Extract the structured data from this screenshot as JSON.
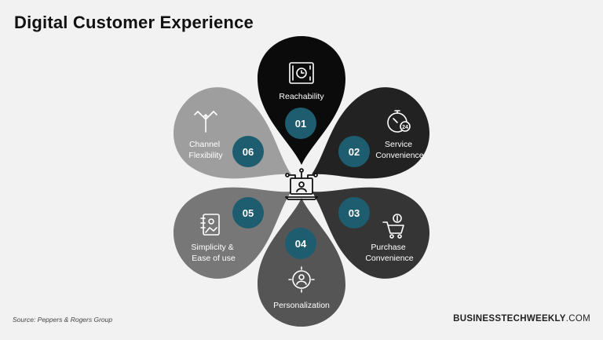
{
  "title": "Digital Customer Experience",
  "source": "Source: Peppers & Rogers Group",
  "brand": {
    "bold": "BUSINESSTECHWEEKLY",
    "light": ".COM"
  },
  "colors": {
    "badge": "#1d5d6f",
    "petal_dark": "#0b0b0b",
    "petal_mid": "#353535",
    "petal_light": "#555555",
    "petal_grey": "#777777",
    "petal_pale": "#9e9e9e"
  },
  "petals": [
    {
      "num": "01",
      "label": [
        "Reachability"
      ],
      "icon": "safe-icon"
    },
    {
      "num": "02",
      "label": [
        "Service",
        "Convenience"
      ],
      "icon": "stopwatch-24-icon"
    },
    {
      "num": "03",
      "label": [
        "Purchase",
        "Convenience"
      ],
      "icon": "shopping-cart-icon"
    },
    {
      "num": "04",
      "label": [
        "Personalization"
      ],
      "icon": "target-user-icon"
    },
    {
      "num": "05",
      "label": [
        "Simplicity &",
        "Ease of use"
      ],
      "icon": "notebook-icon"
    },
    {
      "num": "06",
      "label": [
        "Channel",
        "Flexibility"
      ],
      "icon": "split-arrows-icon"
    }
  ],
  "center_icon": "laptop-user-icon"
}
